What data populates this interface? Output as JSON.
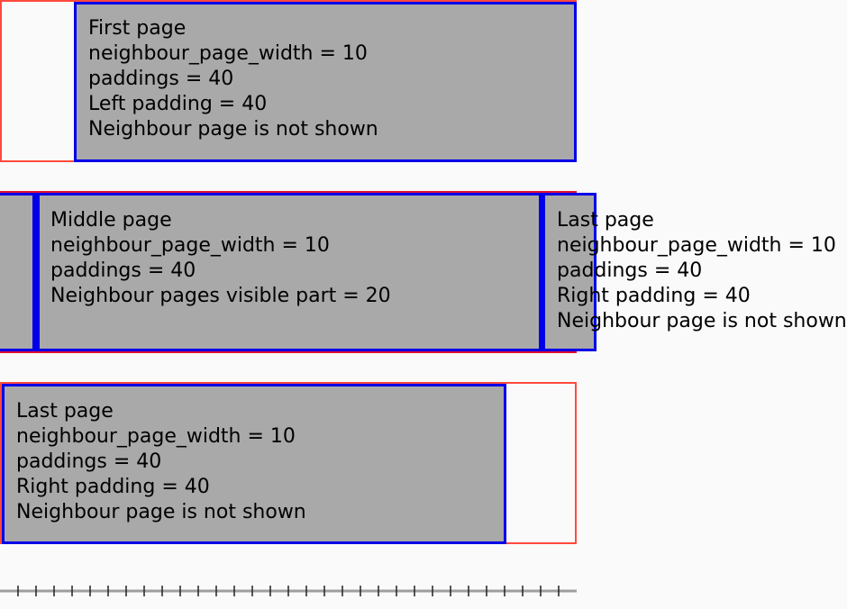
{
  "first": {
    "lines": [
      "First page",
      "neighbour_page_width = 10",
      "paddings = 40",
      "Left padding = 40",
      "Neighbour page is not shown"
    ]
  },
  "middle": {
    "lines": [
      "Middle page",
      "neighbour_page_width = 10",
      "paddings = 40",
      "Neighbour pages visible part = 20"
    ],
    "neighbour_lines": [
      "Last page",
      "neighbour_page_width = 10",
      "paddings = 40",
      "Right padding = 40",
      "Neighbour page is not shown"
    ]
  },
  "last": {
    "lines": [
      "Last page",
      "neighbour_page_width = 10",
      "paddings = 40",
      "Right padding = 40",
      "Neighbour page is not shown"
    ]
  },
  "colors": {
    "frame_border": "#ff4a3d",
    "page_border": "#0000e8",
    "page_fill": "#a9a9a9",
    "ruler": "#9e9e9e"
  }
}
